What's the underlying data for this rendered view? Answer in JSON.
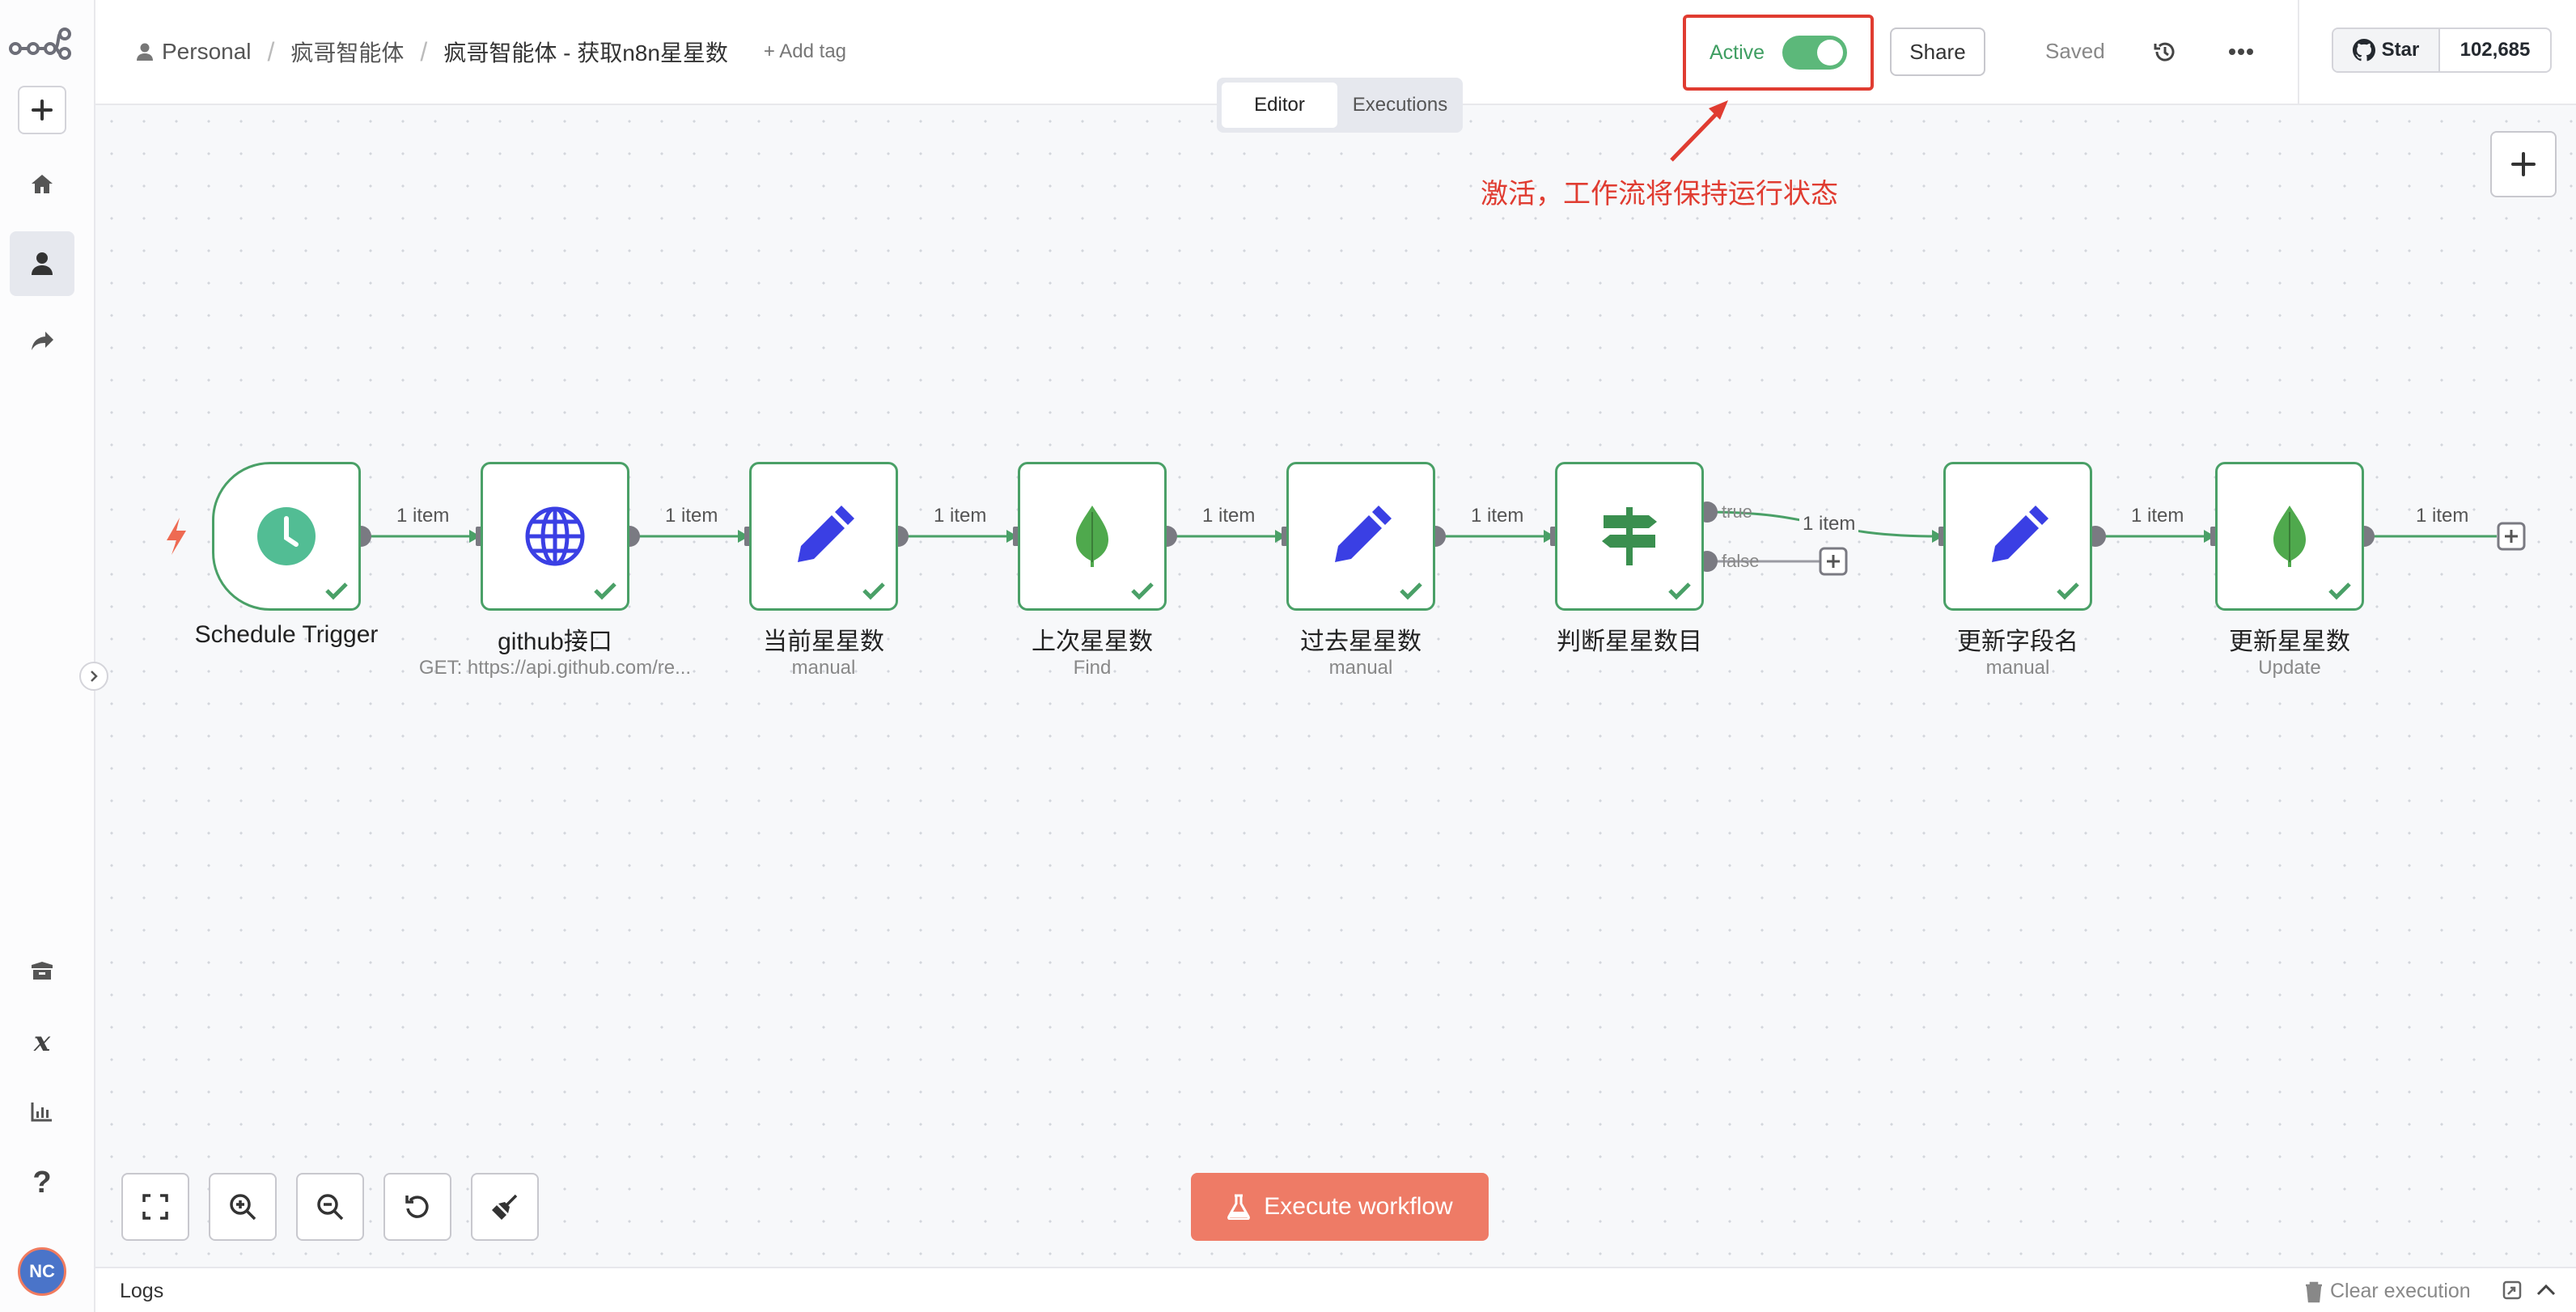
{
  "breadcrumb": {
    "project": "Personal",
    "folder": "疯哥智能体",
    "workflow": "疯哥智能体 - 获取n8n星星数",
    "add_tag": "+ Add tag"
  },
  "header": {
    "active_label": "Active",
    "active": true,
    "share_label": "Share",
    "saved_label": "Saved",
    "github_star_label": "Star",
    "github_star_count": "102,685"
  },
  "tabs": [
    {
      "label": "Editor",
      "active": true
    },
    {
      "label": "Executions",
      "active": false
    }
  ],
  "annotation": "激活，工作流将保持运行状态",
  "nodes": [
    {
      "title": "Schedule Trigger",
      "subtitle": "",
      "icon": "clock-icon"
    },
    {
      "title": "github接口",
      "subtitle": "GET: https://api.github.com/re...",
      "icon": "globe-icon"
    },
    {
      "title": "当前星星数",
      "subtitle": "manual",
      "icon": "pencil-icon"
    },
    {
      "title": "上次星星数",
      "subtitle": "Find",
      "icon": "mongodb-leaf-icon"
    },
    {
      "title": "过去星星数",
      "subtitle": "manual",
      "icon": "pencil-icon"
    },
    {
      "title": "判断星星数目",
      "subtitle": "",
      "icon": "signpost-icon"
    },
    {
      "title": "更新字段名",
      "subtitle": "manual",
      "icon": "pencil-icon"
    },
    {
      "title": "更新星星数",
      "subtitle": "Update",
      "icon": "mongodb-leaf-icon"
    }
  ],
  "edges": [
    {
      "label": "1 item"
    },
    {
      "label": "1 item"
    },
    {
      "label": "1 item"
    },
    {
      "label": "1 item"
    },
    {
      "label": "1 item"
    },
    {
      "label": "1 item"
    },
    {
      "label": "1 item"
    },
    {
      "label": "1 item"
    }
  ],
  "branches": {
    "true_label": "true",
    "false_label": "false"
  },
  "execute_button": "Execute workflow",
  "logs": {
    "label": "Logs",
    "clear_label": "Clear execution"
  },
  "user": {
    "initials": "NC"
  },
  "colors": {
    "accent_green": "#4aa067",
    "execute": "#ee7b66",
    "annotation_red": "#e03c31",
    "pencil_blue": "#3a3fe4"
  }
}
